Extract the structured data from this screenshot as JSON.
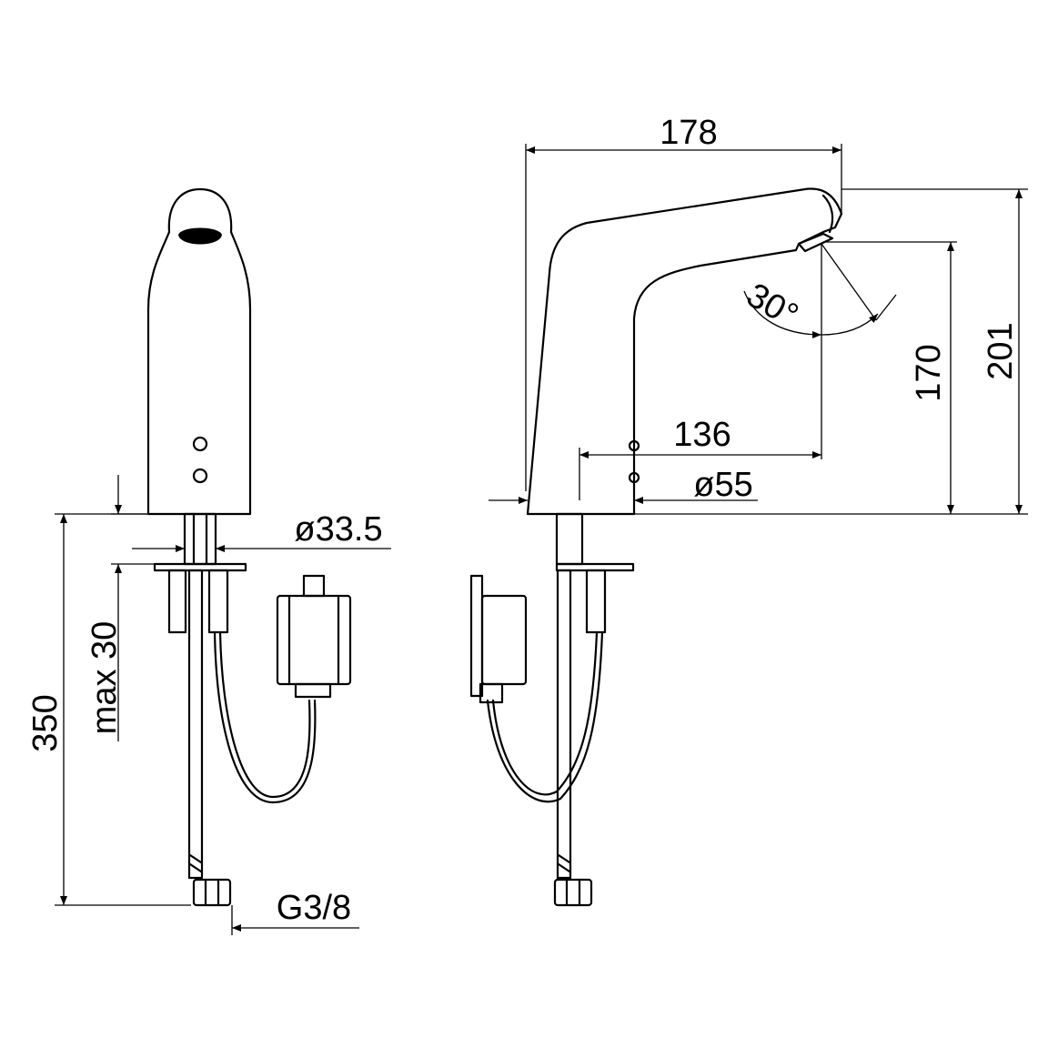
{
  "title": "Sensor basin tap dimension drawing",
  "dimensions": {
    "overall_length": "178",
    "overall_height": "201",
    "outlet_height": "170",
    "spray_angle": "30°",
    "projection": "136",
    "base_diameter": "ø55",
    "shank_diameter": "ø33.5",
    "max_deck_thickness": "max 30",
    "hose_length": "350",
    "connection_thread": "G3/8"
  },
  "colors": {
    "line": "#000000",
    "background": "#ffffff"
  }
}
